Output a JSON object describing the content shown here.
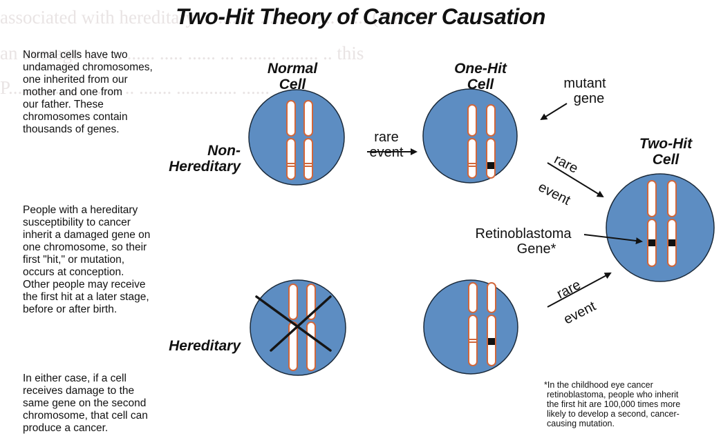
{
  "title": "Two-Hit Theory of Cancer Causation",
  "colors": {
    "cell_fill": "#5d8dc2",
    "chromosome_outline": "#d1663a",
    "mutation_mark": "#111111"
  },
  "columns": {
    "normal_cell": "Normal Cell",
    "one_hit_cell": "One-Hit Cell",
    "two_hit_cell": "Two-Hit Cell"
  },
  "rows": {
    "non_hereditary": "Non-Hereditary",
    "hereditary": "Hereditary"
  },
  "arrow_labels": {
    "rare_event_1_line1": "rare",
    "rare_event_1_line2": "event",
    "rare_event_2_line1": "rare",
    "rare_event_2_line2": "event",
    "rare_event_3_line1": "rare",
    "rare_event_3_line2": "event"
  },
  "annotations": {
    "mutant_gene_line1": "mutant",
    "mutant_gene_line2": "gene",
    "retinoblastoma_line1": "Retinoblastoma",
    "retinoblastoma_line2": "Gene*"
  },
  "paragraphs": {
    "normal": [
      "Normal cells have two",
      "undamaged chromosomes,",
      "one inherited from our",
      "mother and one from",
      "our father.  These",
      "chromosomes contain",
      "thousands of genes."
    ],
    "hereditary": [
      "People with a hereditary",
      "susceptibility to cancer",
      "inherit a damaged gene on",
      "one chromosome, so their",
      "first \"hit,\" or mutation,",
      "occurs at conception.",
      "Other people may receive",
      "the first hit at a later stage,",
      "before or after birth."
    ],
    "either": [
      "In either case, if a cell",
      "receives damage to the",
      "same gene on the second",
      "chromosome, that cell can",
      "produce a cancer."
    ]
  },
  "footnote": [
    "*In the childhood eye cancer",
    "retinoblastoma, people who inherit",
    "the first hit are 100,000 times more",
    "likely to develop a second, cancer-",
    "causing mutation."
  ],
  "background_text": [
    "associated with hereditary ... ........ .... ..... ..... ...... (HPCC)",
    "an average ..... .. ...... ..... ...... ... ........ ........ .. this",
    "P........ .. ...... ..... .. ....... ............. ......"
  ]
}
